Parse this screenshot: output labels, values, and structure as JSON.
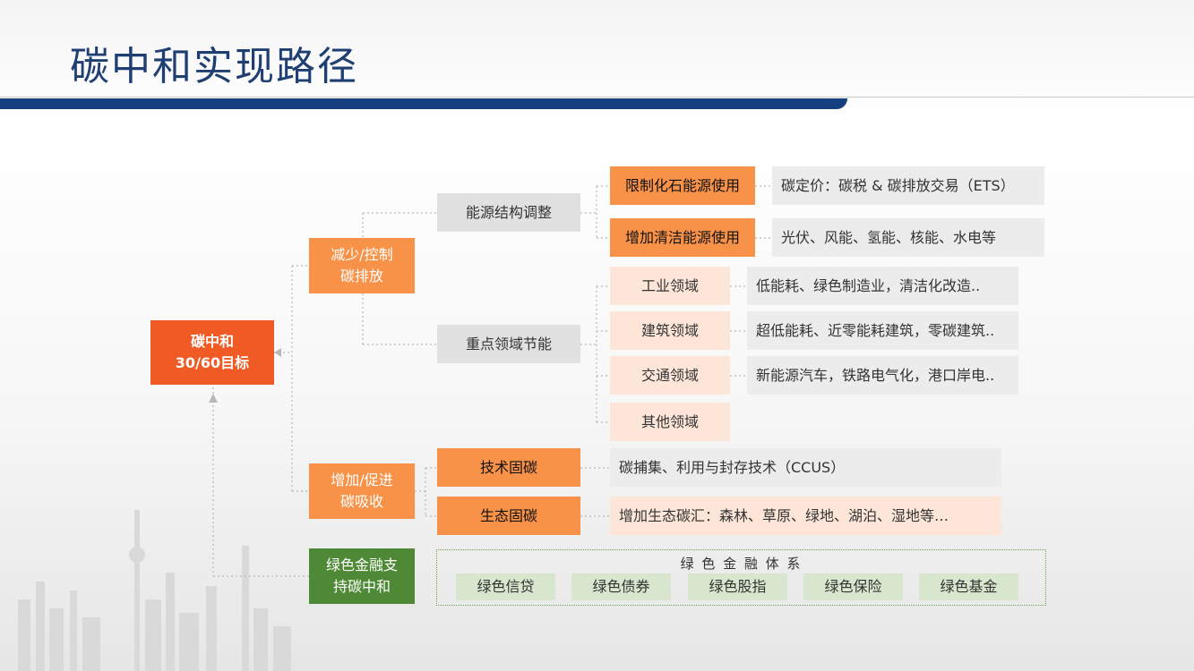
{
  "title": "碳中和实现路径",
  "root": {
    "line1": "碳中和",
    "line2": "30/60目标"
  },
  "branches": {
    "reduce": {
      "line1": "减少/控制",
      "line2": "碳排放"
    },
    "increase": {
      "line1": "增加/促进",
      "line2": "碳吸收"
    },
    "finance": {
      "line1": "绿色金融支",
      "line2": "持碳中和"
    }
  },
  "energy_structure": {
    "label": "能源结构调整",
    "items": [
      {
        "label": "限制化石能源使用",
        "desc": "碳定价：碳税 & 碳排放交易（ETS）"
      },
      {
        "label": "增加清洁能源使用",
        "desc": "光伏、风能、氢能、核能、水电等"
      }
    ]
  },
  "key_sectors": {
    "label": "重点领域节能",
    "items": [
      {
        "label": "工业领域",
        "desc": "低能耗、绿色制造业，清洁化改造.."
      },
      {
        "label": "建筑领域",
        "desc": "超低能耗、近零能耗建筑，零碳建筑.."
      },
      {
        "label": "交通领域",
        "desc": "新能源汽车，铁路电气化，港口岸电.."
      },
      {
        "label": "其他领域",
        "desc": ""
      }
    ]
  },
  "sequestration": [
    {
      "label": "技术固碳",
      "desc": "碳捕集、利用与封存技术（CCUS）"
    },
    {
      "label": "生态固碳",
      "desc": "增加生态碳汇：森林、草原、绿地、湖泊、湿地等…"
    }
  ],
  "green_finance": {
    "title": "绿 色 金 融 体 系",
    "items": [
      "绿色信贷",
      "绿色债券",
      "绿色股指",
      "绿色保险",
      "绿色基金"
    ]
  },
  "colors": {
    "title_blue": "#1f3f73",
    "bar_blue": "#153f7f",
    "root_orange": "#f05a24",
    "branch_orange": "#f79248",
    "light_orange": "#fbbf92",
    "pale_orange": "#fde6d8",
    "green": "#4e8a35",
    "light_green": "#d7e6cd",
    "gray": "#e1e1e1"
  }
}
